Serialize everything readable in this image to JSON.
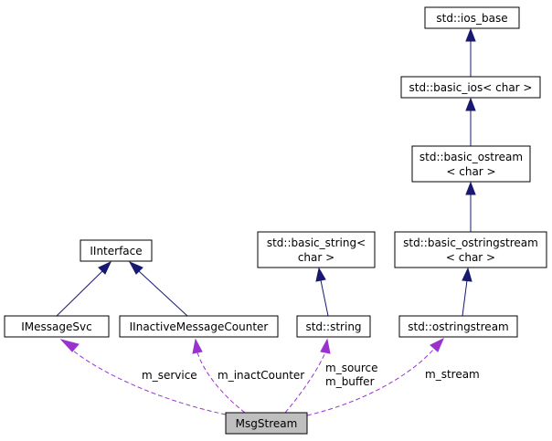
{
  "nodes": {
    "ios_base": "std::ios_base",
    "basic_ios": "std::basic_ios< char >",
    "basic_ostream_1": "std::basic_ostream",
    "basic_ostream_2": "< char >",
    "basic_string_1": "std::basic_string<",
    "basic_string_2": "char >",
    "basic_ostringstream_1": "std::basic_ostringstream",
    "basic_ostringstream_2": "< char >",
    "iinterface": "IInterface",
    "imessagesvc": "IMessageSvc",
    "iinactive": "IInactiveMessageCounter",
    "string": "std::string",
    "ostringstream": "std::ostringstream",
    "msgstream": "MsgStream"
  },
  "edge_labels": {
    "m_service": "m_service",
    "m_inactCounter": "m_inactCounter",
    "m_source": "m_source",
    "m_buffer": "m_buffer",
    "m_stream": "m_stream"
  },
  "colors": {
    "inheritance": "#191970",
    "usage": "#9a32cd",
    "focus_fill": "#bfbfbf"
  }
}
